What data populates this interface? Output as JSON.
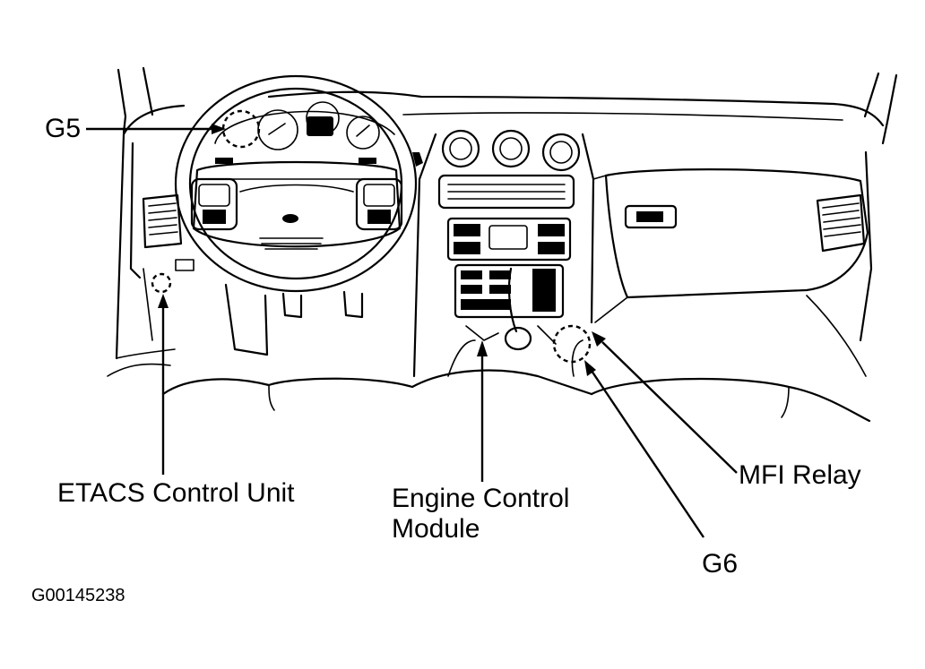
{
  "labels": {
    "g5": "G5",
    "etacs": "ETACS Control Unit",
    "ecm_line1": "Engine Control",
    "ecm_line2": "Module",
    "mfi": "MFI Relay",
    "g6": "G6",
    "figure_id": "G00145238"
  },
  "colors": {
    "ink": "#000000",
    "background": "#ffffff"
  }
}
